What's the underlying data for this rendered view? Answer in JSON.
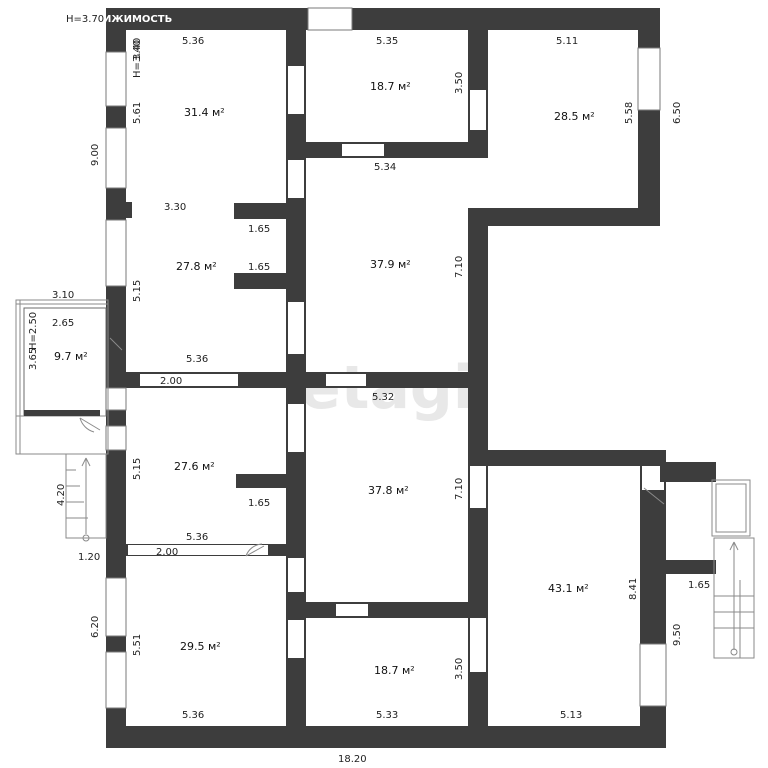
{
  "header": {
    "height_label": "H=3.70",
    "title_fragment": "ИЖИМОСТЬ"
  },
  "watermark": "etagi",
  "rooms": [
    {
      "id": "room-1",
      "area": "31.4 м²"
    },
    {
      "id": "room-2",
      "area": "18.7 м²"
    },
    {
      "id": "room-3",
      "area": "28.5 м²"
    },
    {
      "id": "room-4",
      "area": "27.8 м²"
    },
    {
      "id": "room-5",
      "area": "37.9 м²"
    },
    {
      "id": "room-6",
      "area": "9.7 м²"
    },
    {
      "id": "room-7",
      "area": "27.6 м²"
    },
    {
      "id": "room-8",
      "area": "37.8 м²"
    },
    {
      "id": "room-9",
      "area": "43.1 м²"
    },
    {
      "id": "room-10",
      "area": "29.5 м²"
    },
    {
      "id": "room-11",
      "area": "18.7 м²"
    }
  ],
  "dims": [
    "5.36",
    "5.35",
    "5.11",
    "3.40",
    "H=3.40",
    "5.61",
    "9.00",
    "3.50",
    "5.58",
    "6.50",
    "5.34",
    "3.30",
    "1.65",
    "1.65",
    "7.10",
    "5.15",
    "3.10",
    "2.65",
    "3.65",
    "H=2.50",
    "5.36",
    "2.00",
    "5.32",
    "5.15",
    "1.65",
    "7.10",
    "4.20",
    "5.36",
    "2.00",
    "1.20",
    "8.41",
    "1.65",
    "6.20",
    "5.51",
    "9.50",
    "3.50",
    "5.36",
    "5.33",
    "5.13",
    "18.20"
  ]
}
